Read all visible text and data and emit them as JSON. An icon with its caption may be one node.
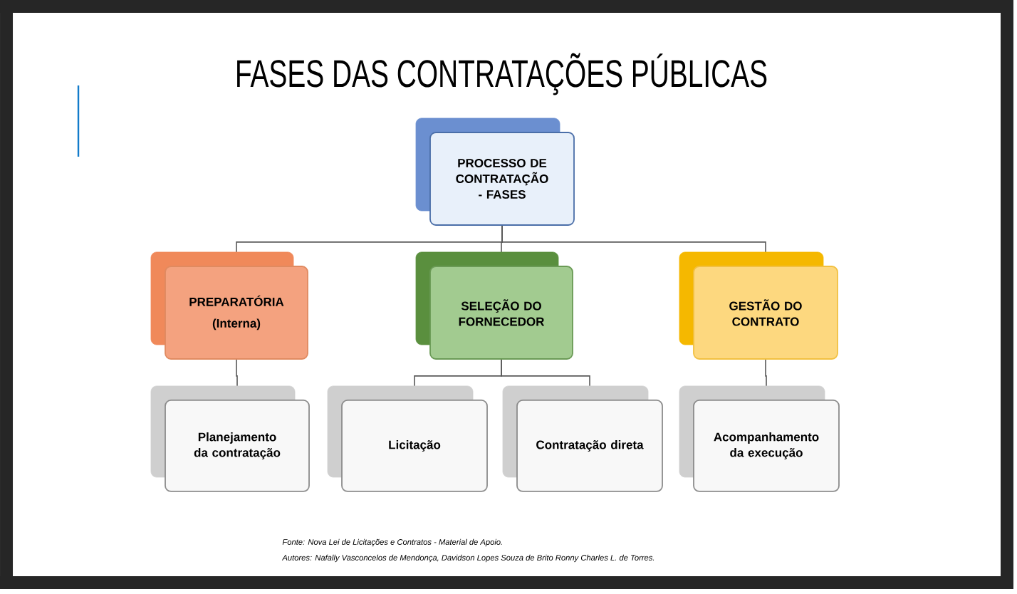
{
  "diagram": {
    "title": "FASES DAS CONTRATAÇÕES PÚBLICAS",
    "nodes": [
      {
        "text": [
          "PROCESSO DE CONTRATAÇÃO - FASES"
        ]
      },
      {
        "text": [
          "PREPARATÓRIA",
          "(Interna)"
        ]
      },
      {
        "text": [
          "SELEÇÃO DO FORNECEDOR"
        ]
      },
      {
        "text": [
          "GESTÃO DO CONTRATO"
        ]
      },
      {
        "text": [
          "Planejamento da contratação"
        ]
      },
      {
        "text": [
          "Licitação"
        ]
      },
      {
        "text": [
          "Contratação direta"
        ]
      },
      {
        "text": [
          "Acompanhamento da execução"
        ]
      }
    ],
    "edges": [
      {
        "from": 0,
        "to": 1,
        "arrow": "none"
      },
      {
        "from": 0,
        "to": 2,
        "arrow": "none"
      },
      {
        "from": 0,
        "to": 3,
        "arrow": "none"
      },
      {
        "from": 1,
        "to": 4,
        "arrow": "none"
      },
      {
        "from": 2,
        "to": 5,
        "arrow": "none"
      },
      {
        "from": 2,
        "to": 6,
        "arrow": "none"
      },
      {
        "from": 3,
        "to": 7,
        "arrow": "none"
      }
    ],
    "labels": [
      "Fonte: Nova Lei de Licitações e Contratos - Material de Apoio.",
      "Autores: Nafally Vasconcelos de Mendonça, Davidson Lopes Souza de Brito Ronny Charles L. de Torres."
    ]
  }
}
